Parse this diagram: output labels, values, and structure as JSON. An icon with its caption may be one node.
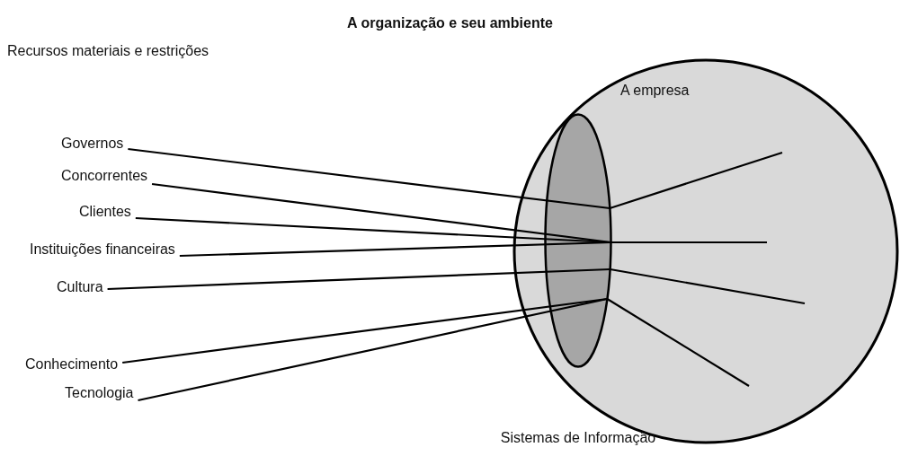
{
  "diagram": {
    "title": "A organização e seu ambiente",
    "nodes": [
      {
        "text": [
          "A empresa"
        ]
      },
      {
        "text": [],
        "shape": "ellipse",
        "in": 0
      },
      {
        "text": [
          "Governos"
        ]
      },
      {
        "text": [
          "Concorrentes"
        ]
      },
      {
        "text": [
          "Clientes"
        ]
      },
      {
        "text": [
          "Instituições financeiras"
        ]
      },
      {
        "text": [
          "Cultura"
        ]
      },
      {
        "text": [
          "Conhecimento"
        ]
      },
      {
        "text": [
          "Tecnologia"
        ]
      }
    ],
    "edges": [
      {
        "from": 2,
        "to": 1,
        "arrow": "none"
      },
      {
        "from": 3,
        "to": 1,
        "arrow": "none"
      },
      {
        "from": 4,
        "to": 1,
        "arrow": "none"
      },
      {
        "from": 5,
        "to": 1,
        "arrow": "none"
      },
      {
        "from": 6,
        "to": 1,
        "arrow": "none"
      },
      {
        "from": 7,
        "to": 1,
        "arrow": "none"
      },
      {
        "from": 8,
        "to": 1,
        "arrow": "none"
      },
      {
        "from": 1,
        "to": null,
        "arrow": "none"
      },
      {
        "from": 1,
        "to": null,
        "arrow": "none"
      },
      {
        "from": 1,
        "to": null,
        "arrow": "none"
      },
      {
        "from": 1,
        "to": null,
        "arrow": "none"
      }
    ],
    "labels": [
      "Recursos materiais e restrições",
      "Sistemas de Informação"
    ]
  }
}
